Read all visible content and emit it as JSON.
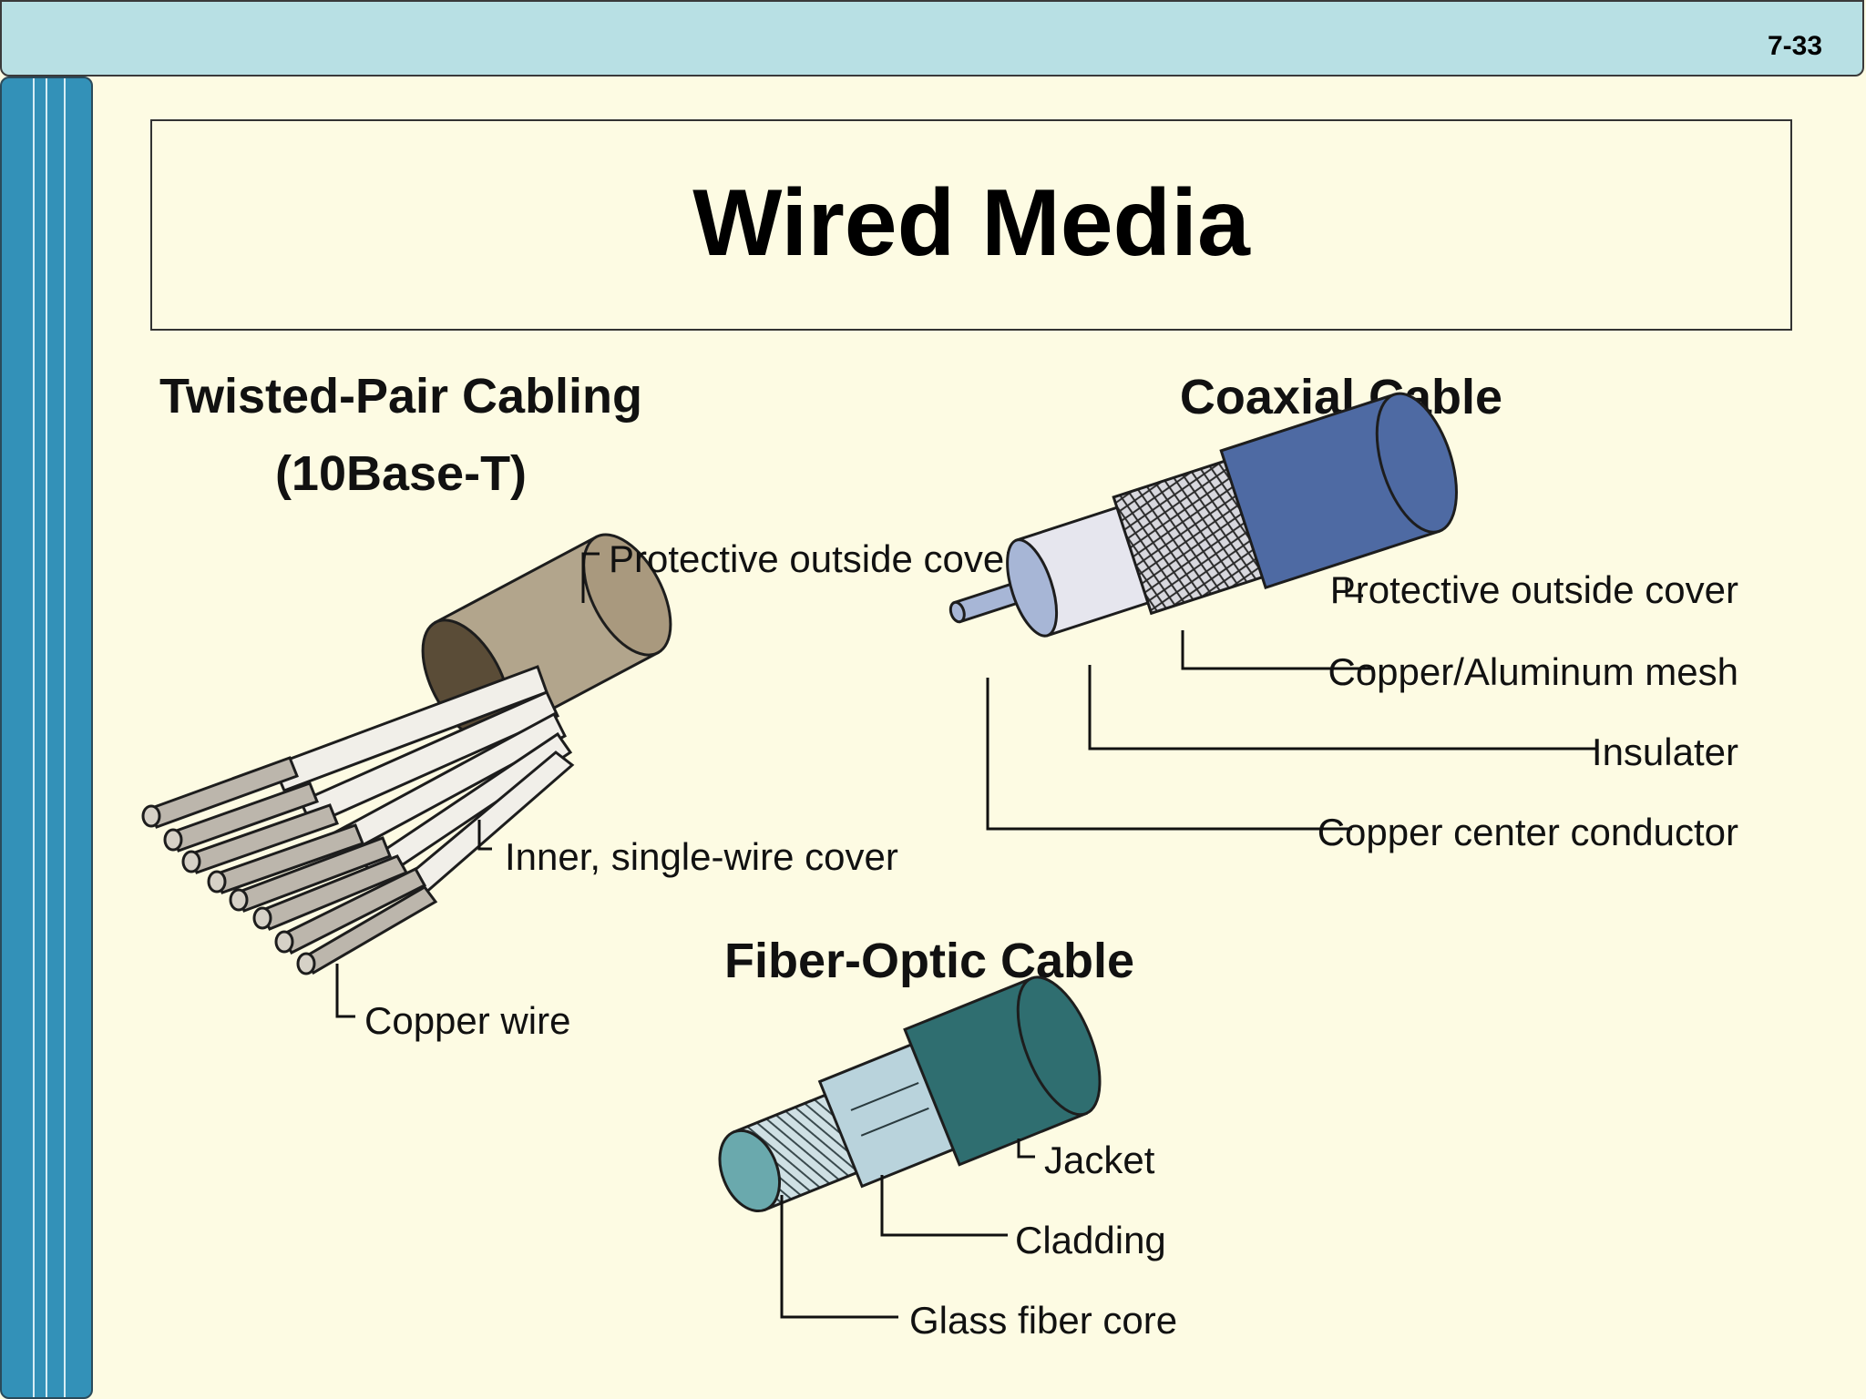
{
  "slide": {
    "number": "7-33",
    "title": "Wired Media"
  },
  "twisted_pair": {
    "heading_line1": "Twisted-Pair Cabling",
    "heading_line2": "(10Base-T)",
    "labels": {
      "outer_cover": "Protective outside cover",
      "inner_cover": "Inner, single-wire cover",
      "copper_wire": "Copper wire"
    }
  },
  "coaxial": {
    "heading": "Coaxial Cable",
    "labels": {
      "outer_cover": "Protective outside cover",
      "mesh": "Copper/Aluminum mesh",
      "insulator": "Insulater",
      "center_conductor": "Copper center conductor"
    }
  },
  "fiber": {
    "heading": "Fiber-Optic Cable",
    "labels": {
      "jacket": "Jacket",
      "cladding": "Cladding",
      "core": "Glass fiber core"
    }
  },
  "colors": {
    "background": "#fdfbe3",
    "top_bar": "#b8e0e4",
    "side_bar": "#3391b8",
    "tp_cover": "#b2a58c",
    "tp_wire": "#bcb6ac",
    "coax_jacket": "#4e6aa3",
    "coax_insulator": "#e6e6ee",
    "coax_conductor": "#a7b6d6",
    "fiber_jacket": "#2f6e70",
    "fiber_cladding": "#b9d3dc",
    "fiber_core": "#6aa9ad"
  }
}
